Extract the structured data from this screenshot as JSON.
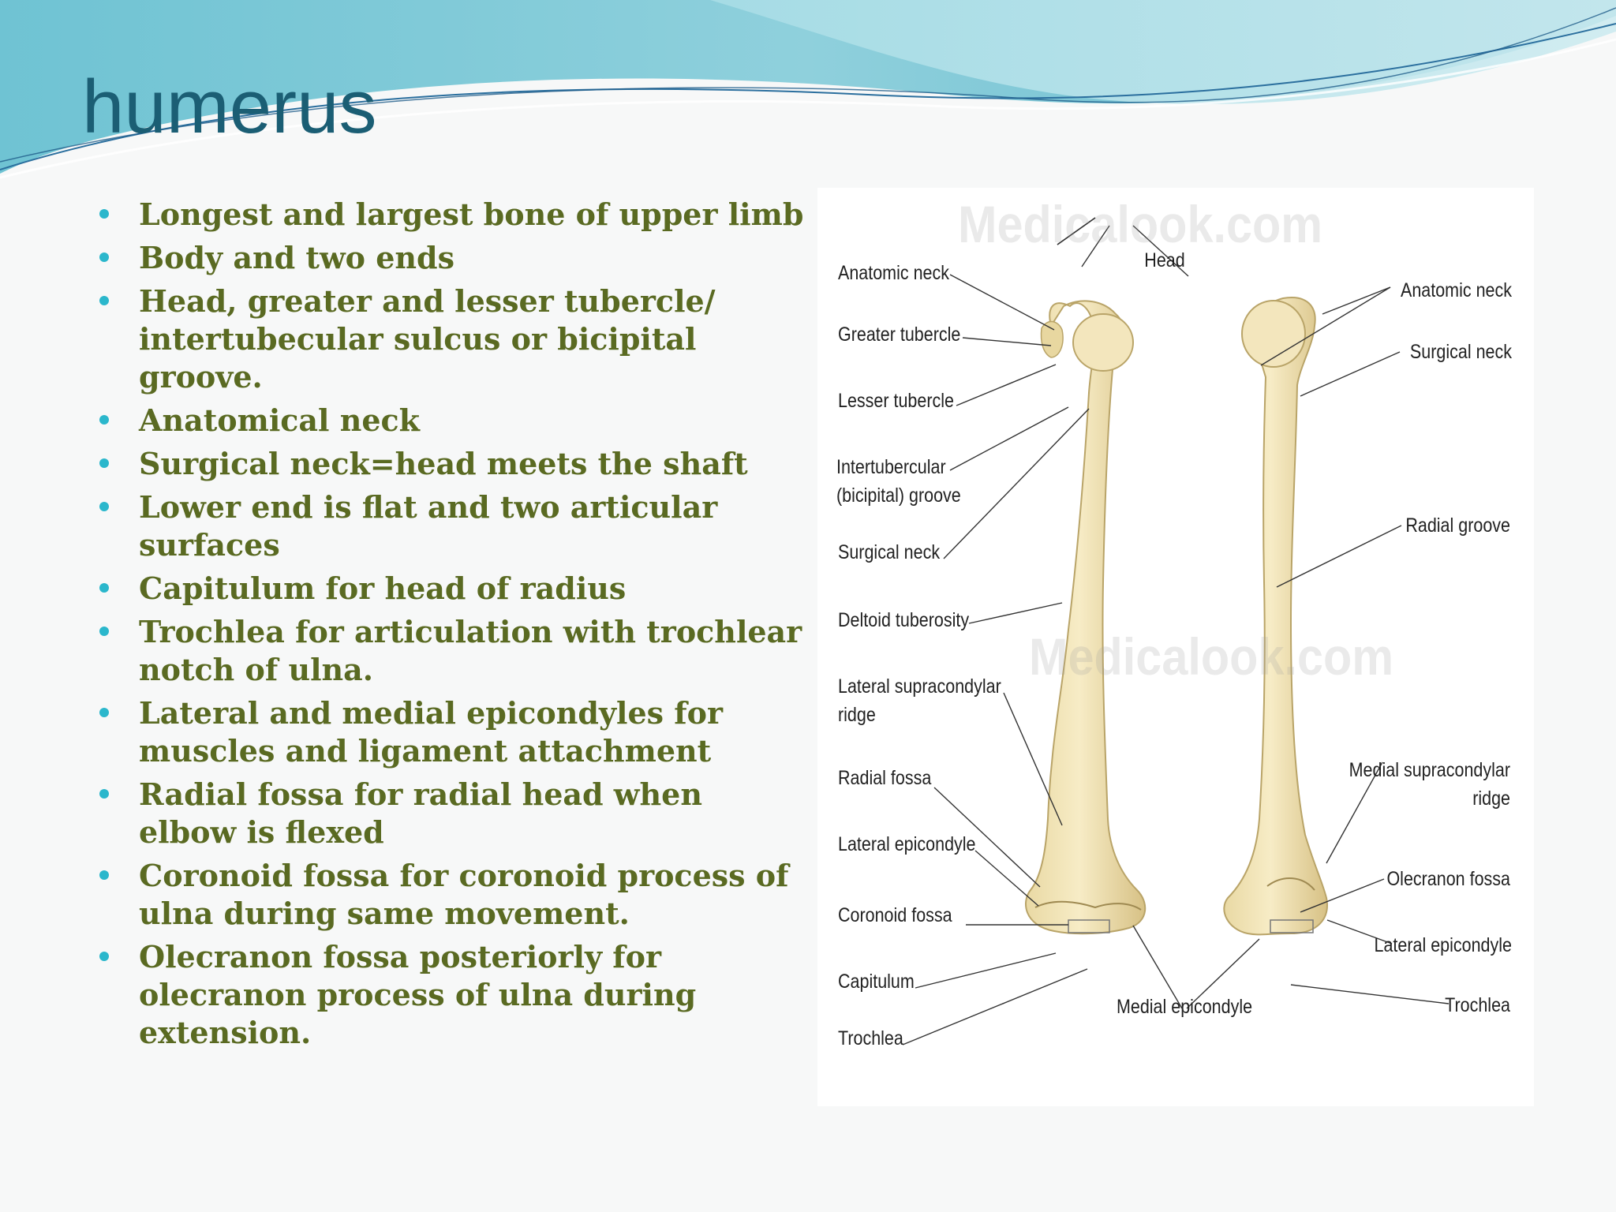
{
  "slide": {
    "title": "humerus",
    "bullets": [
      "Longest and largest bone of upper limb",
      "Body and two ends",
      "Head, greater and lesser tubercle/ intertubecular sulcus or bicipital groove.",
      "Anatomical neck",
      "Surgical neck=head meets the shaft",
      "Lower end is flat and two articular surfaces",
      "Capitulum for head of radius",
      "Trochlea for articulation with trochlear notch of ulna.",
      "Lateral and medial epicondyles for muscles and ligament attachment",
      "Radial fossa for radial head when elbow is flexed",
      "Coronoid fossa for coronoid process of ulna during same movement.",
      "Olecranon fossa posteriorly for olecranon process of ulna during extension."
    ]
  },
  "figure": {
    "watermark": "Medicalook.com",
    "labels": {
      "anatomic_neck_left": "Anatomic neck",
      "head": "Head",
      "anatomic_neck_right": "Anatomic neck",
      "greater_tubercle": "Greater tubercle",
      "surgical_neck_right": "Surgical neck",
      "lesser_tubercle": "Lesser tubercle",
      "intertubercular_1": "Intertubercular",
      "intertubercular_2": "(bicipital) groove",
      "radial_groove": "Radial groove",
      "surgical_neck_left": "Surgical neck",
      "deltoid_tuberosity": "Deltoid tuberosity",
      "lateral_supracondylar_1": "Lateral supracondylar",
      "lateral_supracondylar_2": "ridge",
      "medial_supracondylar_1": "Medial supracondylar",
      "medial_supracondylar_2": "ridge",
      "radial_fossa": "Radial fossa",
      "lateral_epicondyle_left": "Lateral epicondyle",
      "olecranon_fossa": "Olecranon fossa",
      "coronoid_fossa": "Coronoid fossa",
      "lateral_epicondyle_right": "Lateral epicondyle",
      "capitulum": "Capitulum",
      "trochlea_right": "Trochlea",
      "medial_epicondyle": "Medial epicondyle",
      "trochlea_left": "Trochlea"
    }
  }
}
